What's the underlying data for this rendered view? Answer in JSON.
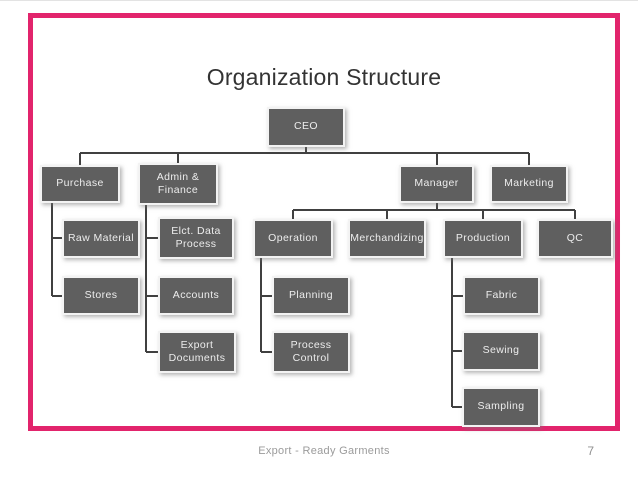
{
  "slide": {
    "title": "Organization Structure",
    "footer": "Export - Ready Garments",
    "page_number": "7",
    "accent_border_color": "#e2246c",
    "node_fill_color": "#5f5f5f",
    "node_text_color": "#ededed",
    "connector_color": "#404040"
  },
  "org_chart": {
    "nodes": {
      "ceo": {
        "label": "CEO"
      },
      "purchase": {
        "label": "Purchase"
      },
      "admin_finance": {
        "label": "Admin & Finance"
      },
      "manager": {
        "label": "Manager"
      },
      "marketing": {
        "label": "Marketing"
      },
      "raw_material": {
        "label": "Raw Material"
      },
      "elct_data_process": {
        "label": "Elct. Data Process"
      },
      "operation": {
        "label": "Operation"
      },
      "merchandizing": {
        "label": "Merchandizing"
      },
      "production": {
        "label": "Production"
      },
      "qc": {
        "label": "QC"
      },
      "stores": {
        "label": "Stores"
      },
      "accounts": {
        "label": "Accounts"
      },
      "planning": {
        "label": "Planning"
      },
      "fabric": {
        "label": "Fabric"
      },
      "export_documents": {
        "label": "Export Documents"
      },
      "process_control": {
        "label": "Process Control"
      },
      "sewing": {
        "label": "Sewing"
      },
      "sampling": {
        "label": "Sampling"
      }
    },
    "hierarchy": {
      "CEO": [
        "Purchase",
        "Admin & Finance",
        "Manager",
        "Marketing"
      ],
      "Purchase": [
        "Raw Material",
        "Stores"
      ],
      "Admin & Finance": [
        "Elct. Data Process",
        "Accounts",
        "Export Documents"
      ],
      "Manager": [
        "Operation",
        "Merchandizing",
        "Production",
        "QC"
      ],
      "Operation": [
        "Planning",
        "Process Control"
      ],
      "Production": [
        "Fabric",
        "Sewing",
        "Sampling"
      ]
    }
  }
}
